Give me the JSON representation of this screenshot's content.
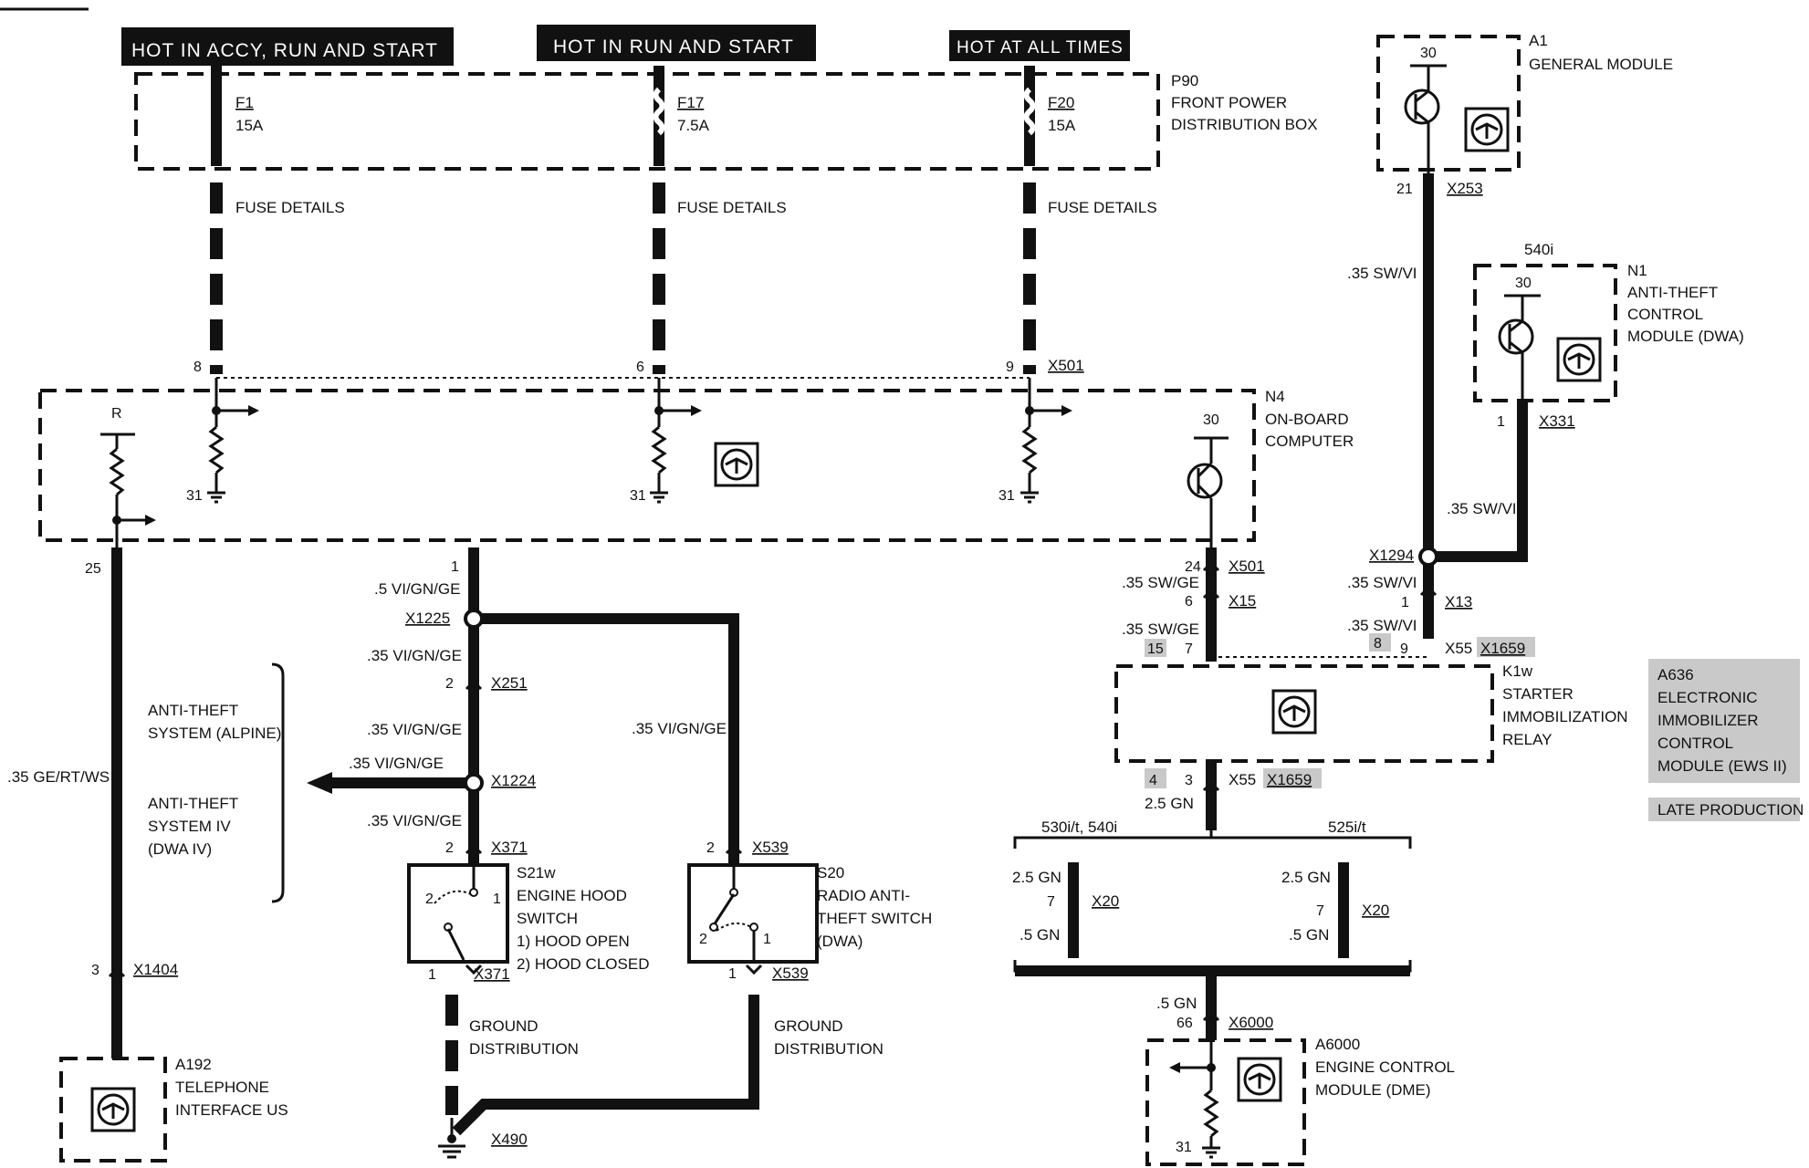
{
  "headers": {
    "accy": "HOT IN ACCY, RUN AND START",
    "run": "HOT IN RUN AND START",
    "always": "HOT AT ALL TIMES"
  },
  "p90": {
    "id": "P90",
    "name1": "FRONT POWER",
    "name2": "DISTRIBUTION BOX"
  },
  "fuses": [
    {
      "id": "F1",
      "rating": "15A",
      "details": "FUSE DETAILS",
      "pin": "8"
    },
    {
      "id": "F17",
      "rating": "7.5A",
      "details": "FUSE DETAILS",
      "pin": "6"
    },
    {
      "id": "F20",
      "rating": "15A",
      "details": "FUSE DETAILS",
      "pin": "9"
    }
  ],
  "n4": {
    "id": "N4",
    "name1": "ON-BOARD",
    "name2": "COMPUTER",
    "connector": "X501",
    "pin_r": "R",
    "pin_30": "30",
    "ground": "31",
    "pin_25": "25",
    "pin_1": "1",
    "pin_24": "24"
  },
  "a1": {
    "id": "A1",
    "name": "GENERAL MODULE",
    "pin_30": "30",
    "pin_21": "21",
    "connector": "X253"
  },
  "n1": {
    "variant": "540i",
    "id": "N1",
    "name1": "ANTI-THEFT",
    "name2": "CONTROL",
    "name3": "MODULE (DWA)",
    "pin_30": "30",
    "pin_1": "1",
    "connector": "X331"
  },
  "wires": {
    "sw_vi_a1": ".35 SW/VI",
    "sw_vi_n1": ".35 SW/VI",
    "ge_rt_ws": ".35 GE/RT/WS",
    "vi_gn_ge_1": ".5 VI/GN/GE",
    "vi_gn_ge_2": ".35 VI/GN/GE",
    "vi_gn_ge_3": ".35 VI/GN/GE",
    "vi_gn_ge_4": ".35 VI/GN/GE",
    "vi_gn_ge_5": ".35 VI/GN/GE",
    "vi_gn_ge_s20": ".35 VI/GN/GE",
    "sw_ge_1": ".35 SW/GE",
    "sw_ge_2": ".35 SW/GE",
    "sw_vi_1": ".35 SW/VI",
    "sw_vi_2": ".35 SW/VI",
    "gn_25": "2.5 GN",
    "gn_25_l": "2.5 GN",
    "gn_25_r": "2.5 GN",
    "gn_05_l": ".5 GN",
    "gn_05_r": ".5 GN",
    "gn_05_b": ".5 GN"
  },
  "connectors": {
    "x1294": "X1294",
    "x13": "X13",
    "x55": "X55",
    "x1659": "X1659",
    "x501": "X501",
    "x15": "X15",
    "x1225": "X1225",
    "x251": "X251",
    "x1224": "X1224",
    "x371": "X371",
    "x539": "X539",
    "x1404": "X1404",
    "x490": "X490",
    "x20": "X20",
    "x6000": "X6000"
  },
  "pins": {
    "p24": "24",
    "p6": "6",
    "p15": "15",
    "p7": "7",
    "p1": "1",
    "p8": "8",
    "p9": "9",
    "p4": "4",
    "p3": "3",
    "p2": "2",
    "p66": "66",
    "p31": "31"
  },
  "k1w": {
    "id": "K1w",
    "name1": "STARTER",
    "name2": "IMMOBILIZATION",
    "name3": "RELAY"
  },
  "a636": {
    "id": "A636",
    "l1": "ELECTRONIC",
    "l2": "IMMOBILIZER",
    "l3": "CONTROL",
    "l4": "MODULE (EWS II)",
    "late": "LATE PRODUCTION"
  },
  "variants": {
    "left": "530i/t, 540i",
    "right": "525i/t"
  },
  "antitheft": {
    "alpine1": "ANTI-THEFT",
    "alpine2": "SYSTEM (ALPINE)",
    "dwa1": "ANTI-THEFT",
    "dwa2": "SYSTEM IV",
    "dwa3": "(DWA IV)"
  },
  "s21w": {
    "id": "S21w",
    "name1": "ENGINE HOOD",
    "name2": "SWITCH",
    "opt1": "1)   HOOD OPEN",
    "opt2": "2)   HOOD CLOSED"
  },
  "s20": {
    "id": "S20",
    "name1": "RADIO ANTI-",
    "name2": "THEFT SWITCH",
    "name3": "(DWA)"
  },
  "ground": {
    "l1": "GROUND",
    "l2": "DISTRIBUTION"
  },
  "a192": {
    "id": "A192",
    "name1": "TELEPHONE",
    "name2": "INTERFACE US"
  },
  "a6000": {
    "id": "A6000",
    "name1": "ENGINE CONTROL",
    "name2": "MODULE (DME)"
  }
}
